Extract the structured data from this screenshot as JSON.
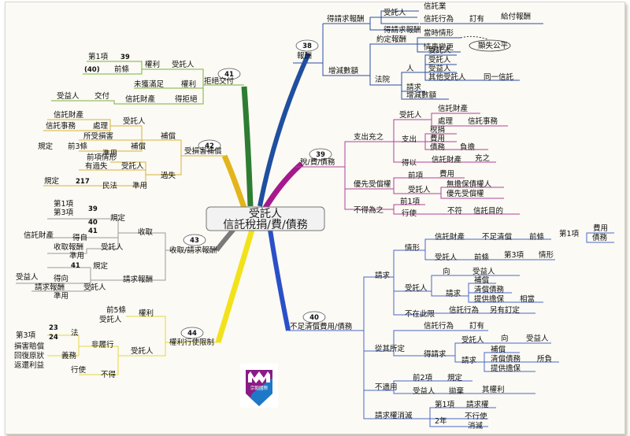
{
  "center": {
    "line1": "受託人",
    "line2": "信託稅捐/費/債務"
  },
  "badges": [
    "38",
    "39",
    "40",
    "41",
    "42",
    "43",
    "44"
  ],
  "b38": {
    "main": "報酬",
    "req": "得請求報酬",
    "trustee": "受託人",
    "trust_business": "信託業",
    "trust_act": "信託行為",
    "agreed": "訂有",
    "pay": "給付報酬",
    "may_request": "得請求報酬",
    "change": "增減數額",
    "agreed_reward": "約定報酬",
    "at_time": "當時情形",
    "change_event": "情事變更",
    "unfair": "顯失公平",
    "court": "法院",
    "person": "人",
    "settlor": "委託人",
    "trustee2": "受託人",
    "beneficiary": "受益人",
    "other_trustee": "其他受託人",
    "same_trust": "同一信託",
    "request": "請求",
    "change2": "增減數額"
  },
  "b39": {
    "main": "稅/費/債務",
    "advance": "支出充之",
    "trustee": "受託人",
    "trust_property": "信託財產",
    "handle": "處理",
    "trust_affairs": "信託事務",
    "expend": "支出",
    "tax": "稅捐",
    "fee": "費用",
    "debt": "債務",
    "burden": "負擔",
    "may": "得以",
    "trust_property2": "信託財產",
    "satisfy": "充之",
    "priority": "優先受償權",
    "prev_item": "前項",
    "fee2": "費用",
    "trustee3": "受託人",
    "unsecured": "無擔保債權人",
    "preferred": "優先受償權",
    "not_allowed": "不得為之",
    "prev_para1": "前1項",
    "exercise": "行使",
    "violate": "不符",
    "trust_purpose": "信託目的"
  },
  "b40": {
    "main": "不足清償費用/債務",
    "request": "請求",
    "situation": "情形",
    "trust_property": "信託財產",
    "insufficient": "不足清償",
    "prev_clause": "前條",
    "item1": "第1項",
    "fee_debt": "費用\n債務",
    "trustee": "受託人",
    "prev_clause2": "前條",
    "item3": "第3項",
    "situation2": "情形",
    "trustee2": "受託人",
    "toward": "向",
    "beneficiary": "受益人",
    "request2": "請求",
    "compensate": "補償",
    "settle": "清償債務",
    "security": "提供擔保",
    "equivalent": "相當",
    "not_limited": "不在此限",
    "trust_act": "信託行為",
    "otherwise": "另有訂定",
    "follow": "從其所定",
    "trust_act2": "信託行為",
    "agreed": "訂有",
    "may_request": "得請求",
    "trustee3": "受託人",
    "toward2": "向",
    "beneficiary2": "受益人",
    "request3": "請求",
    "compensate2": "補償",
    "settle2": "清償債務",
    "borne": "所負",
    "security2": "提供擔保",
    "not_apply": "不適用",
    "prev_para2": "前2項",
    "provision": "規定",
    "beneficiary3": "受益人",
    "waive": "拋棄",
    "their_right": "其權利",
    "extinguish": "請求權消滅",
    "item1b": "第1項",
    "req_right": "請求權",
    "two_years": "2年",
    "not_exercise": "不行使",
    "extinct": "消滅"
  },
  "b41": {
    "main": "拒絕交付",
    "item1": "第1項",
    "right": "權利",
    "n39": "39",
    "trustee": "受託人",
    "n40": "(40)",
    "prev_clause": "前條",
    "not_satisfied": "未獲滿足",
    "right2": "權利",
    "beneficiary": "受益人",
    "deliver": "交付",
    "trust_property": "信託財產",
    "may_refuse": "得拒絕"
  },
  "b42": {
    "main": "受損害補償",
    "trust_property": "信託財產",
    "trust_affairs": "信託事務",
    "handle": "處理",
    "trustee": "受託人",
    "suffered": "所受損害",
    "compensate": "補償",
    "provision": "規定",
    "prev3": "前3條",
    "apply": "準用",
    "prev_situation": "前項情形",
    "trustee2": "受託人",
    "fault": "有過失",
    "negligence": "過失",
    "provision2": "規定",
    "n217": "217",
    "civil": "民法",
    "apply2": "準用"
  },
  "b43": {
    "main": "收取/請求報酬",
    "item1": "第1項",
    "item3": "第3項",
    "n39": "39",
    "n40": "40",
    "n41": "41",
    "provision": "規定",
    "collect": "收取",
    "trust_property": "信託財產",
    "may": "得自",
    "collect_reward": "收取報酬",
    "trustee": "受託人",
    "apply": "準用",
    "n41b": "41",
    "provision2": "規定",
    "beneficiary": "受益人",
    "may_toward": "得向",
    "request_reward": "請求報酬",
    "trustee2": "受託人",
    "apply2": "準用",
    "request_reward2": "請求報酬"
  },
  "b44": {
    "main": "權利行使限制",
    "prev5": "前5條",
    "trustee": "受託人",
    "right": "權利",
    "item3": "第3項",
    "n23": "23",
    "n24": "24",
    "law": "法",
    "damages": "損害賠償",
    "restore": "回復原狀",
    "return_profit": "返還利益",
    "obligation": "義務",
    "nonperformance": "非履行",
    "trustee2": "受託人",
    "exercise": "行使",
    "cannot": "不得"
  },
  "logo": {
    "caption": "宗毅國際"
  },
  "colors": {
    "b38": "#1f4fa0",
    "b39": "#a6198c",
    "b40": "#2a50c8",
    "b41": "#2e7d32",
    "b42": "#e3b51c",
    "b43": "#7a7a7a",
    "b44": "#f2e21a",
    "line38": "#2b4fa4",
    "line41": "#7bb23a",
    "line42": "#d9b13a",
    "line43": "#9a9a9a",
    "line39": "#b0429a",
    "line40": "#4a68c8",
    "line44": "#e6d842"
  }
}
